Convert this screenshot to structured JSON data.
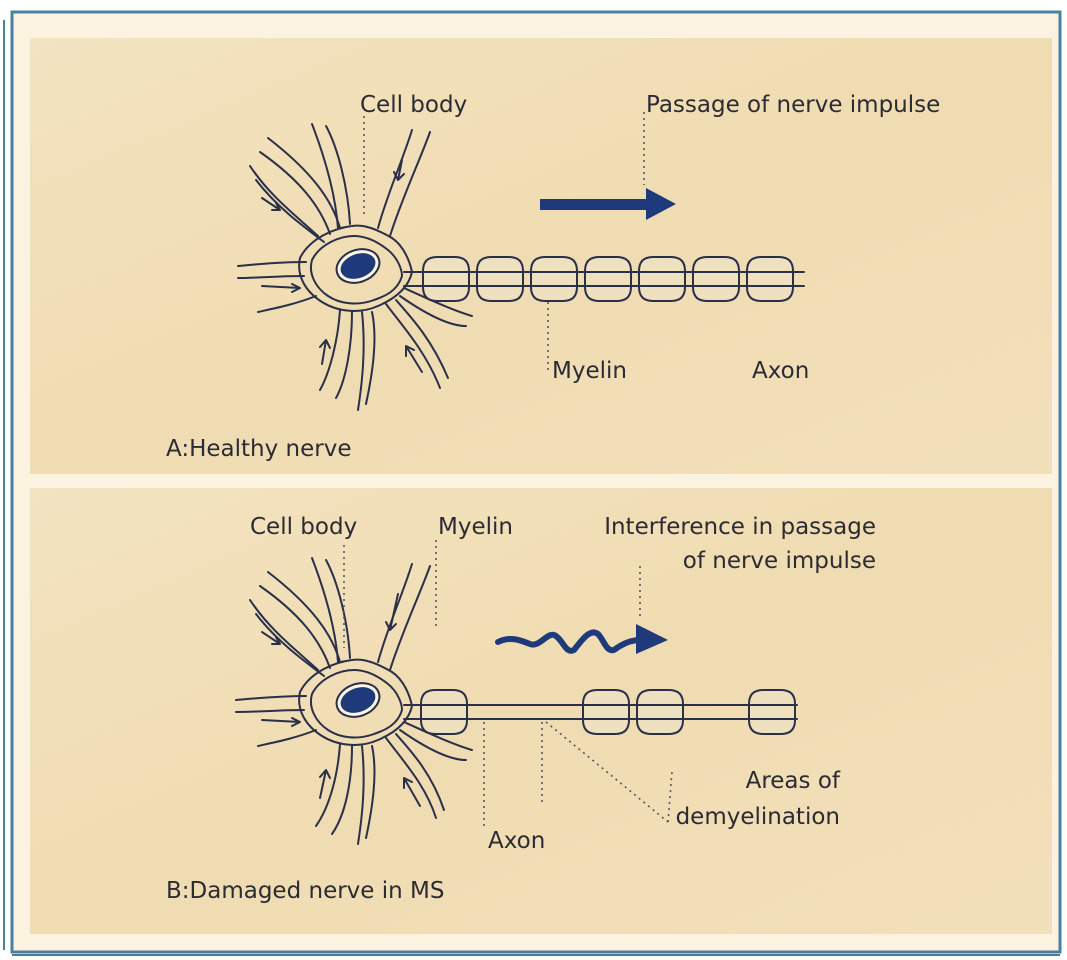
{
  "panel_a": {
    "title": "A:Healthy nerve",
    "label_cell_body": "Cell body",
    "label_impulse": "Passage of nerve impulse",
    "label_myelin": "Myelin",
    "label_axon": "Axon",
    "myelin_segment_count": 7
  },
  "panel_b": {
    "title": "B:Damaged nerve in MS",
    "label_cell_body": "Cell body",
    "label_myelin": "Myelin",
    "label_interference_1": "Interference in passage",
    "label_interference_2": "of nerve impulse",
    "label_axon": "Axon",
    "label_demyelination_1": "Areas of",
    "label_demyelination_2": "demyelination",
    "myelin_segment_count": 4
  },
  "colors": {
    "panel_bg": "#f1deb6",
    "frame": "#4a7fa0",
    "ink": "#2a2f4a",
    "nucleus": "#1f3a7a",
    "arrow": "#1f3a7a"
  }
}
